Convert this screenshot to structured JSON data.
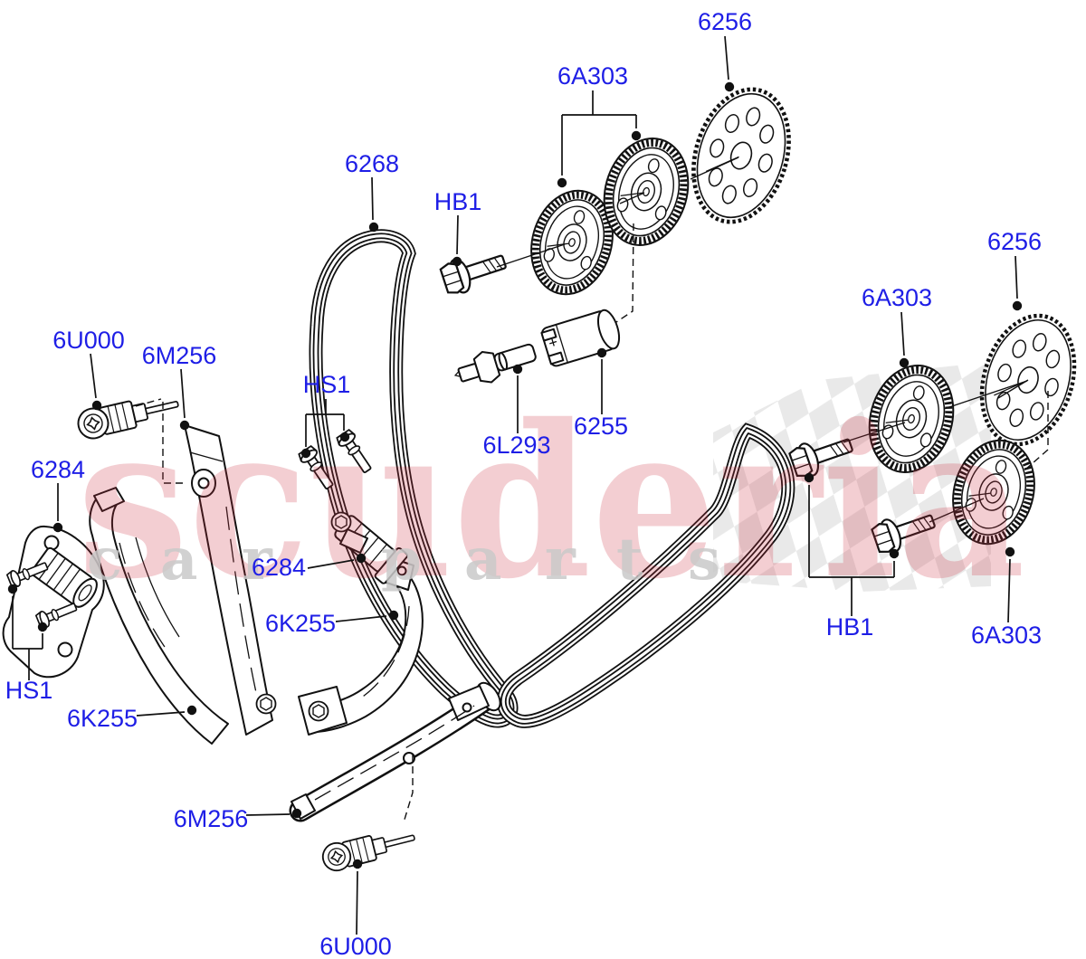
{
  "diagram": {
    "description": "Timing chain exploded parts diagram",
    "labels": {
      "l6256_top": "6256",
      "l6a303_top": "6A303",
      "l6268": "6268",
      "lhb1_top": "HB1",
      "l6u000_top": "6U000",
      "l6m256_left": "6M256",
      "lhs1_mid": "HS1",
      "l6284_left": "6284",
      "l6255": "6255",
      "l6l293": "6L293",
      "l6284_mid": "6284",
      "l6k255_right": "6K255",
      "lhs1_bottom": "HS1",
      "l6k255_left": "6K255",
      "l6m256_bottom": "6M256",
      "l6u000_bottom": "6U000",
      "l6256_right": "6256",
      "l6a303_right": "6A303",
      "lhb1_right": "HB1",
      "l6a303_bottomright": "6A303"
    },
    "part_numbers": [
      "6256",
      "6A303",
      "6268",
      "HB1",
      "HS1",
      "6U000",
      "6M256",
      "6284",
      "6K255",
      "6L293",
      "6255"
    ],
    "colors": {
      "label_blue": "#1e1ee6",
      "line_black": "#111111",
      "watermark_red": "#cc3344",
      "watermark_gray": "#c9c9c9",
      "checker_gray": "#dcdcdc",
      "background": "#ffffff"
    }
  },
  "watermark": {
    "brand": "scuderia",
    "tagline": "carparts"
  }
}
